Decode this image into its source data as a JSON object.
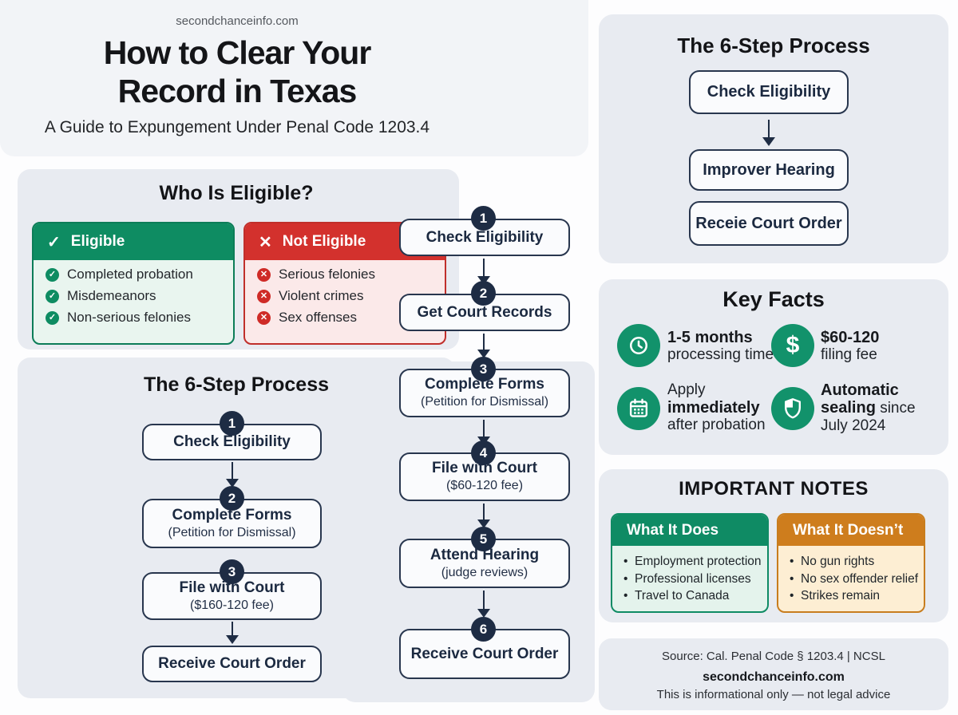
{
  "colors": {
    "green": "#0e8c62",
    "red": "#d3312d",
    "navy": "#1e2c44",
    "orange": "#ce7d1d",
    "panel_gray": "#e8ebf1"
  },
  "header": {
    "site": "secondchanceinfo.com",
    "title_line1": "How to Clear Your",
    "title_line2": "Record in Texas",
    "subtitle": "A Guide to Expungement Under Penal Code 1203.4"
  },
  "eligibility": {
    "title": "Who Is Eligible?",
    "eligible": {
      "header": "Eligible",
      "items": [
        "Completed probation",
        "Misdemeanors",
        "Non-serious felonies"
      ]
    },
    "not_eligible": {
      "header": "Not Eligible",
      "items": [
        "Serious felonies",
        "Violent crimes",
        "Sex offenses"
      ]
    }
  },
  "main_flow": {
    "steps": [
      {
        "num": "1",
        "label": "Check Eligibility",
        "sub": ""
      },
      {
        "num": "2",
        "label": "Get Court Records",
        "sub": ""
      },
      {
        "num": "3",
        "label": "Complete Forms",
        "sub": "(Petition for Dismissal)"
      },
      {
        "num": "4",
        "label": "File with Court",
        "sub": "($60-120 fee)"
      },
      {
        "num": "5",
        "label": "Attend Hearing",
        "sub": "(judge reviews)"
      },
      {
        "num": "6",
        "label": "Receive Court Order",
        "sub": ""
      }
    ]
  },
  "left_process": {
    "title": "The 6-Step Process",
    "steps": [
      {
        "num": "1",
        "label": "Check Eligibility",
        "sub": ""
      },
      {
        "num": "2",
        "label": "Complete Forms",
        "sub": "(Petition for Dismissal)"
      },
      {
        "num": "3",
        "label": "File with Court",
        "sub": "($160-120 fee)"
      },
      {
        "num": "",
        "label": "Receive Court Order",
        "sub": ""
      }
    ]
  },
  "right_process": {
    "title": "The 6-Step Process",
    "steps": [
      {
        "label": "Check Eligibility"
      },
      {
        "label": "Improver Hearing"
      },
      {
        "label": "Receie Court Order"
      }
    ]
  },
  "key_facts": {
    "title": "Key Facts",
    "fact1": {
      "line1": "1-5 months",
      "line2": "processing time",
      "icon": "clock-icon"
    },
    "fact2": {
      "line1": "$60-120",
      "line2": "filing fee",
      "icon": "dollar-icon"
    },
    "fact3": {
      "line1": "Apply",
      "line2": "immediately",
      "line3": "after probation",
      "icon": "calendar-icon"
    },
    "fact4": {
      "line1": "Automatic",
      "line2a": "sealing",
      "line2b": " since",
      "line3": "July 2024",
      "icon": "shield-icon"
    }
  },
  "notes": {
    "title": "IMPORTANT NOTES",
    "does": {
      "header": "What It Does",
      "items": [
        "Employment protection",
        "Professional licenses",
        "Travel to Canada"
      ]
    },
    "doesnt": {
      "header": "What It Doesn’t",
      "items": [
        "No gun rights",
        "No sex offender relief",
        "Strikes remain"
      ]
    }
  },
  "footer": {
    "source": "Source: Cal. Penal Code § 1203.4 | NCSL",
    "site": "secondchanceinfo.com",
    "disclaimer": "This is informational only — not legal advice"
  },
  "icons": {
    "check": "✓",
    "x": "✕",
    "dollar": "$",
    "bullet": "•"
  }
}
